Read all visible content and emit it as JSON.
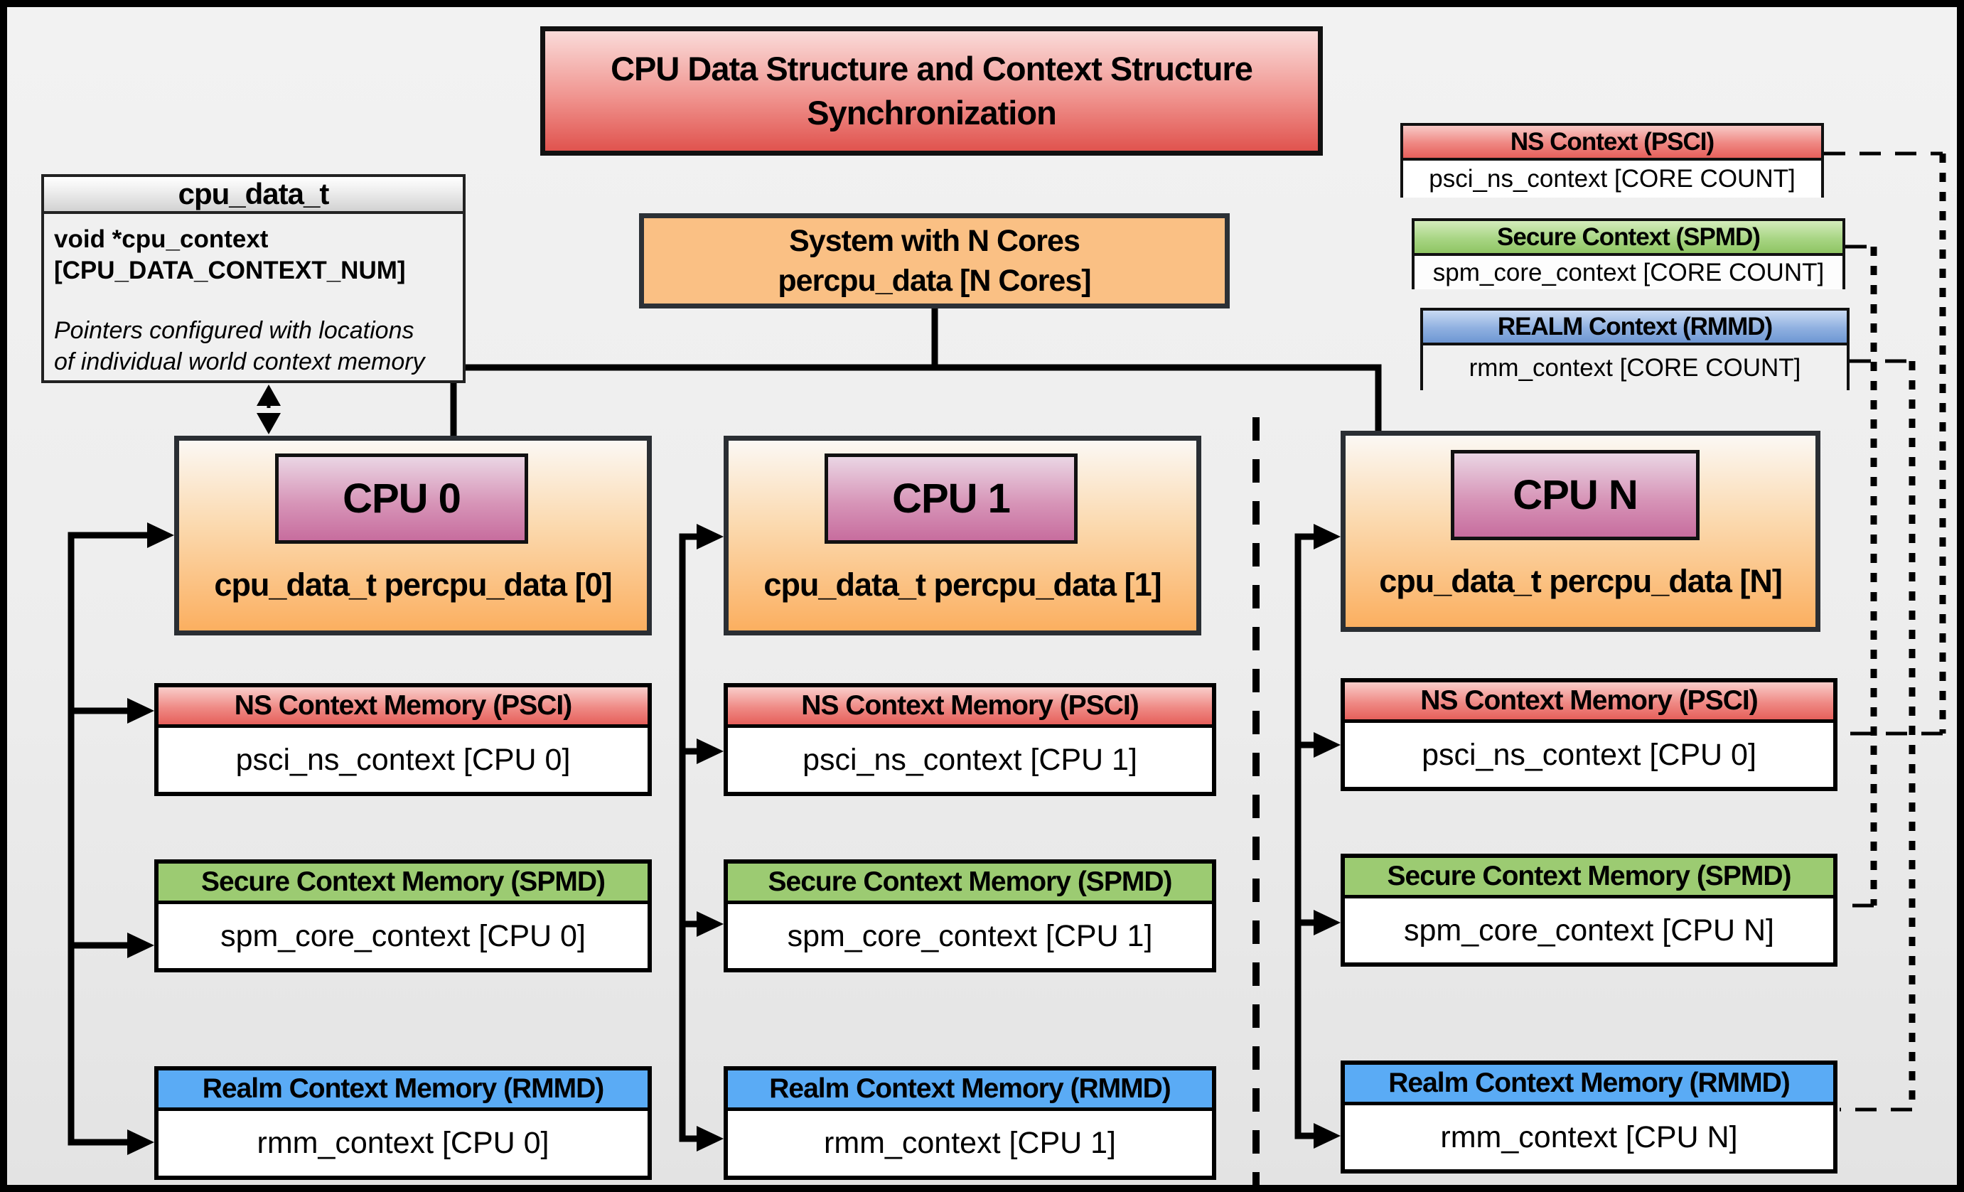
{
  "title": {
    "line1": "CPU Data Structure and Context Structure",
    "line2": "Synchronization"
  },
  "cpu_data_t": {
    "header": "cpu_data_t",
    "field_line1": "void  *cpu_context",
    "field_line2": "[CPU_DATA_CONTEXT_NUM]",
    "note_line1": "Pointers configured with locations",
    "note_line2": "of individual world context memory"
  },
  "system": {
    "line1": "System with N Cores",
    "line2": "percpu_data [N Cores]"
  },
  "legend": {
    "ns": {
      "header": "NS Context  (PSCI)",
      "body": "psci_ns_context [CORE COUNT]"
    },
    "secure": {
      "header": "Secure Context (SPMD)",
      "body": "spm_core_context [CORE COUNT]"
    },
    "realm": {
      "header": "REALM Context (RMMD)",
      "body": "rmm_context [CORE COUNT]"
    }
  },
  "columns": [
    {
      "cpu": "CPU 0",
      "data": "cpu_data_t percpu_data [0]",
      "ns": {
        "header": "NS Context Memory (PSCI)",
        "body": "psci_ns_context [CPU 0]"
      },
      "secure": {
        "header": "Secure Context Memory (SPMD)",
        "body": "spm_core_context [CPU 0]"
      },
      "realm": {
        "header": "Realm Context Memory (RMMD)",
        "body": "rmm_context [CPU 0]"
      }
    },
    {
      "cpu": "CPU 1",
      "data": "cpu_data_t percpu_data [1]",
      "ns": {
        "header": "NS Context Memory (PSCI)",
        "body": "psci_ns_context [CPU 1]"
      },
      "secure": {
        "header": "Secure Context Memory (SPMD)",
        "body": "spm_core_context [CPU 1]"
      },
      "realm": {
        "header": "Realm Context Memory (RMMD)",
        "body": "rmm_context [CPU 1]"
      }
    },
    {
      "cpu": "CPU N",
      "data": "cpu_data_t percpu_data [N]",
      "ns": {
        "header": "NS Context Memory (PSCI)",
        "body": "psci_ns_context [CPU 0]"
      },
      "secure": {
        "header": "Secure Context Memory (SPMD)",
        "body": "spm_core_context [CPU N]"
      },
      "realm": {
        "header": "Realm Context Memory (RMMD)",
        "body": "rmm_context [CPU N]"
      }
    }
  ],
  "colors": {
    "red_header": "#e6605b",
    "green_header": "#9ccb72",
    "blue_header": "#5aabf5",
    "orange_fill": "#fac084",
    "pink_fill": "#c76d9e",
    "background": "#ededed"
  }
}
